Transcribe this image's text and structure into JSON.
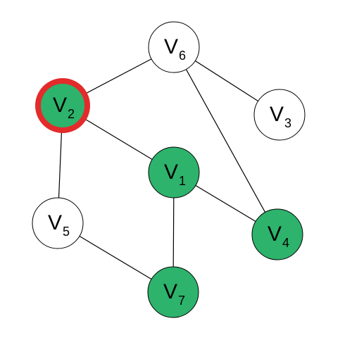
{
  "colors": {
    "background": "#ffffff",
    "filled": "#2db36c",
    "unfilled": "#ffffff",
    "highlight_ring": "#e32b2b",
    "stroke": "#000000"
  },
  "nodes": [
    {
      "id": "v1",
      "letter": "V",
      "sub": "1",
      "fill": "green",
      "highlight": false
    },
    {
      "id": "v2",
      "letter": "V",
      "sub": "2",
      "fill": "green",
      "highlight": true
    },
    {
      "id": "v3",
      "letter": "V",
      "sub": "3",
      "fill": "white",
      "highlight": false
    },
    {
      "id": "v4",
      "letter": "V",
      "sub": "4",
      "fill": "green",
      "highlight": false
    },
    {
      "id": "v5",
      "letter": "V",
      "sub": "5",
      "fill": "white",
      "highlight": false
    },
    {
      "id": "v6",
      "letter": "V",
      "sub": "6",
      "fill": "white",
      "highlight": false
    },
    {
      "id": "v7",
      "letter": "V",
      "sub": "7",
      "fill": "green",
      "highlight": false
    }
  ],
  "edges": [
    [
      "v6",
      "v2"
    ],
    [
      "v6",
      "v3"
    ],
    [
      "v6",
      "v4"
    ],
    [
      "v2",
      "v1"
    ],
    [
      "v2",
      "v5"
    ],
    [
      "v1",
      "v4"
    ],
    [
      "v1",
      "v7"
    ],
    [
      "v5",
      "v7"
    ]
  ]
}
